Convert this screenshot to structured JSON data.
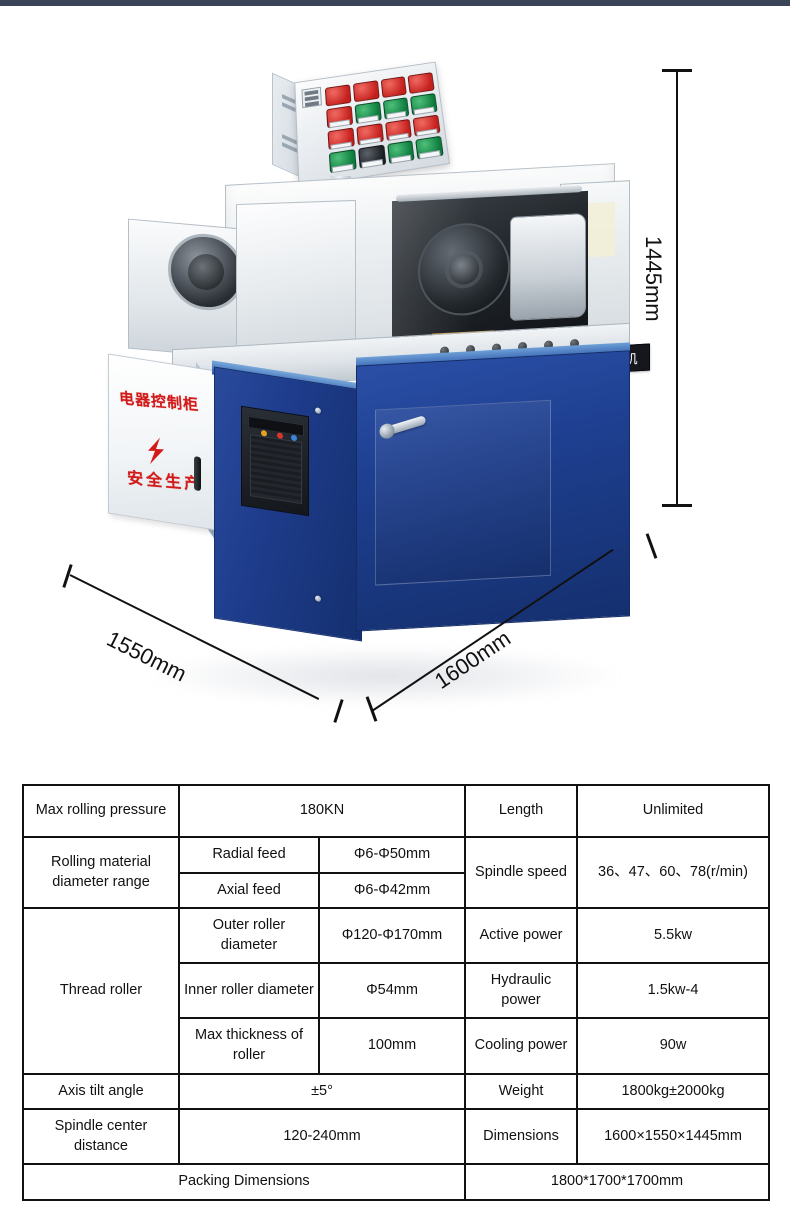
{
  "product": {
    "brand_badge_text": "宇工精机",
    "cabinet_text_top": "电器控制柜",
    "cabinet_text_bottom": "安全生产",
    "colors": {
      "cabinet_blue": "#1d3b8a",
      "housing_grey": "#e6eaee",
      "warning_red": "#d21a1a",
      "accent_bar": "#3a4458"
    }
  },
  "dimensions": {
    "height_label": "1445mm",
    "depth_label": "1550mm",
    "width_label": "1600mm"
  },
  "spec_table": {
    "rows": [
      {
        "label": "Max rolling pressure",
        "value": "180KN",
        "right_label": "Length",
        "right_value": "Unlimited"
      },
      {
        "label": "Rolling material diameter range",
        "sub_label": "Radial feed",
        "sub_value": "Φ6-Φ50mm",
        "right_label": "Spindle speed",
        "right_value": "36、47、60、78(r/min)"
      },
      {
        "sub_label": "Axial feed",
        "sub_value": "Φ6-Φ42mm"
      },
      {
        "label": "Thread roller",
        "sub_label": "Outer roller diameter",
        "sub_value": "Φ120-Φ170mm",
        "right_label": "Active power",
        "right_value": "5.5kw"
      },
      {
        "sub_label": "Inner roller diameter",
        "sub_value": "Φ54mm",
        "right_label": "Hydraulic power",
        "right_value": "1.5kw-4"
      },
      {
        "sub_label": "Max thickness of roller",
        "sub_value": "100mm",
        "right_label": "Cooling power",
        "right_value": "90w"
      },
      {
        "label": "Axis tilt angle",
        "value": "±5°",
        "right_label": "Weight",
        "right_value": "1800kg±2000kg"
      },
      {
        "label": "Spindle center distance",
        "value": "120-240mm",
        "right_label": "Dimensions",
        "right_value": "1600×1550×1445mm"
      },
      {
        "label": "Packing Dimensions",
        "value": "1800*1700*1700mm"
      }
    ],
    "cells": {
      "max_rolling_pressure": "Max rolling pressure",
      "pressure_value": "180KN",
      "length": "Length",
      "length_value": "Unlimited",
      "rolling_material_diameter_range": "Rolling material diameter range",
      "radial_feed": "Radial feed",
      "radial_feed_value": "Φ6-Φ50mm",
      "axial_feed": "Axial feed",
      "axial_feed_value": "Φ6-Φ42mm",
      "spindle_speed": "Spindle speed",
      "spindle_speed_value": "36、47、60、78(r/min)",
      "thread_roller": "Thread roller",
      "outer_roller_diameter": "Outer roller diameter",
      "outer_roller_diameter_value": "Φ120-Φ170mm",
      "active_power": "Active power",
      "active_power_value": "5.5kw",
      "inner_roller_diameter": "Inner roller diameter",
      "inner_roller_diameter_value": "Φ54mm",
      "hydraulic_power": "Hydraulic power",
      "hydraulic_power_value": "1.5kw-4",
      "max_thickness_of_roller": "Max thickness of roller",
      "max_thickness_of_roller_value": "100mm",
      "cooling_power": "Cooling power",
      "cooling_power_value": "90w",
      "axis_tilt_angle": "Axis tilt angle",
      "axis_tilt_angle_value": "±5°",
      "weight": "Weight",
      "weight_value": "1800kg±2000kg",
      "spindle_center_distance": "Spindle center distance",
      "spindle_center_distance_value": "120-240mm",
      "dimensions": "Dimensions",
      "dimensions_value": "1600×1550×1445mm",
      "packing_dimensions": "Packing Dimensions",
      "packing_dimensions_value": "1800*1700*1700mm"
    }
  },
  "control_panel": {
    "buttons": [
      {
        "color": "dark",
        "kind": "meter"
      },
      {
        "color": "red"
      },
      {
        "color": "red"
      },
      {
        "color": "red"
      },
      {
        "color": "red"
      },
      {
        "color": "green"
      },
      {
        "color": "green"
      },
      {
        "color": "green"
      },
      {
        "color": "red"
      },
      {
        "color": "red"
      },
      {
        "color": "red"
      },
      {
        "color": "red"
      },
      {
        "color": "green"
      },
      {
        "color": "dark"
      },
      {
        "color": "green"
      },
      {
        "color": "green"
      }
    ]
  }
}
